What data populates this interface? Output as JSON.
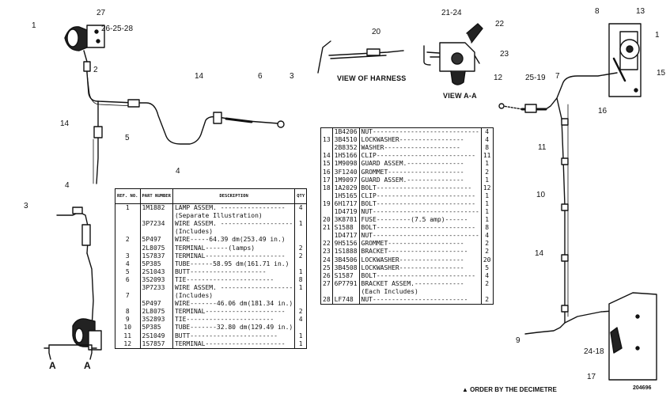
{
  "callouts": {
    "c1a": "1",
    "c27": "27",
    "c26_25_28": "26-25-28",
    "c2": "2",
    "c14a": "14",
    "c5": "5",
    "c4a": "4",
    "c14b": "14",
    "c6": "6",
    "c3a": "3",
    "c20": "20",
    "c21_24": "21-24",
    "c22": "22",
    "c23": "23",
    "c8": "8",
    "c13": "13",
    "c1b": "1",
    "c15": "15",
    "c12": "12",
    "c25_19": "25-19",
    "c7": "7",
    "c16": "16",
    "c11": "11",
    "c10": "10",
    "c14c": "14",
    "c9": "9",
    "c24_18": "24-18",
    "c17": "17",
    "c4b": "4",
    "c3b": "3",
    "secA_left": "A",
    "secA_right": "A"
  },
  "captions": {
    "view_harness": "VIEW OF HARNESS",
    "view_aa": "VIEW A-A"
  },
  "table_left": {
    "headers": {
      "ref": "REF. NO.",
      "part": "PART NUMBER",
      "desc": "DESCRIPTION",
      "qty": "QTY"
    },
    "rows": [
      {
        "ref": "1",
        "part": "1M1882",
        "desc": "LAMP ASSEM. -----------------",
        "qty": "4"
      },
      {
        "ref": "",
        "part": "",
        "desc": "(Separate Illustration)",
        "qty": ""
      },
      {
        "ref": "",
        "part": "3P7234",
        "desc": "WIRE ASSEM. -------------------",
        "qty": "1"
      },
      {
        "ref": "",
        "part": "",
        "desc": "(Includes)",
        "qty": ""
      },
      {
        "ref": "2",
        "part": "5P497",
        "desc": "WIRE-----64.39 dm(253.49 in.)",
        "qty": ""
      },
      {
        "ref": "",
        "part": "2L8075",
        "desc": "TERMINAL------(lamps)",
        "qty": "2"
      },
      {
        "ref": "3",
        "part": "1S7837",
        "desc": "TERMINAL---------------------",
        "qty": "2"
      },
      {
        "ref": "4",
        "part": "5P385",
        "desc": "TUBE------58.95 dm(161.71 in.)",
        "qty": ""
      },
      {
        "ref": "5",
        "part": "2S1043",
        "desc": "BUTT--------------------",
        "qty": "1"
      },
      {
        "ref": "6",
        "part": "3S2093",
        "desc": "TIE-----------------------",
        "qty": "8"
      },
      {
        "ref": "",
        "part": "3P7233",
        "desc": "WIRE ASSEM. -------------------",
        "qty": "1"
      },
      {
        "ref": "7",
        "part": "",
        "desc": "(Includes)",
        "qty": ""
      },
      {
        "ref": "",
        "part": "5P497",
        "desc": "WIRE-------46.06 dm(181.34 in.)",
        "qty": ""
      },
      {
        "ref": "8",
        "part": "2L8075",
        "desc": "TERMINAL---------------------",
        "qty": "2"
      },
      {
        "ref": "9",
        "part": "3S2893",
        "desc": "TIE-----------------------",
        "qty": "4"
      },
      {
        "ref": "10",
        "part": "5P385",
        "desc": "TUBE-------32.80 dm(129.49 in.)",
        "qty": ""
      },
      {
        "ref": "11",
        "part": "2S1049",
        "desc": "BUTT-----------------------",
        "qty": "1"
      },
      {
        "ref": "12",
        "part": "1S7857",
        "desc": "TERMINAL---------------------",
        "qty": "1"
      }
    ]
  },
  "table_right": {
    "rows": [
      {
        "ref": "",
        "part": "1B4206",
        "desc": "NUT----------------------------",
        "qty": "4"
      },
      {
        "ref": "13",
        "part": "3B4510",
        "desc": "LOCKWASHER-----------------",
        "qty": "4"
      },
      {
        "ref": "",
        "part": "2B8352",
        "desc": "WASHER--------------------",
        "qty": "8"
      },
      {
        "ref": "14",
        "part": "1H5166",
        "desc": "CLIP--------------------------",
        "qty": "11"
      },
      {
        "ref": "15",
        "part": "1M9098",
        "desc": "GUARD ASSEM.---------------",
        "qty": "1"
      },
      {
        "ref": "16",
        "part": "3F1240",
        "desc": "GROMMET--------------------",
        "qty": "2"
      },
      {
        "ref": "17",
        "part": "1M9097",
        "desc": "GUARD ASSEM.---------------",
        "qty": "1"
      },
      {
        "ref": "18",
        "part": "1A2029",
        "desc": "BOLT-------------------------",
        "qty": "12"
      },
      {
        "ref": "",
        "part": "1H5165",
        "desc": "CLIP--------------------------",
        "qty": "1"
      },
      {
        "ref": "19",
        "part": "6H1717",
        "desc": "BOLT--------------------------",
        "qty": "1"
      },
      {
        "ref": "",
        "part": "1D4719",
        "desc": "NUT----------------------------",
        "qty": "1"
      },
      {
        "ref": "20",
        "part": "3K8781",
        "desc": "FUSE---------(7.5 amp)------",
        "qty": "1"
      },
      {
        "ref": "21",
        "part": "S1588",
        "desc": "BOLT--------------------------",
        "qty": "8"
      },
      {
        "ref": "",
        "part": "1D4717",
        "desc": "NUT----------------------------",
        "qty": "4"
      },
      {
        "ref": "22",
        "part": "9H5156",
        "desc": "GROMMET--------------------",
        "qty": "2"
      },
      {
        "ref": "23",
        "part": "1S1888",
        "desc": "BRACKET---------------------",
        "qty": "2"
      },
      {
        "ref": "24",
        "part": "3B4506",
        "desc": "LOCKWASHER-----------------",
        "qty": "20"
      },
      {
        "ref": "25",
        "part": "3B4508",
        "desc": "LOCKWASHER-----------------",
        "qty": "5"
      },
      {
        "ref": "26",
        "part": "S1587",
        "desc": "BOLT--------------------------",
        "qty": "4"
      },
      {
        "ref": "27",
        "part": "6P7791",
        "desc": "BRACKET ASSEM.-------------",
        "qty": "2"
      },
      {
        "ref": "",
        "part": "",
        "desc": "(Each Includes)",
        "qty": ""
      },
      {
        "ref": "28",
        "part": "LF748",
        "desc": "NUT-------------------------",
        "qty": "2"
      }
    ]
  },
  "footnote": "▲ ORDER BY THE DECIMETRE",
  "figure_code": "204696"
}
